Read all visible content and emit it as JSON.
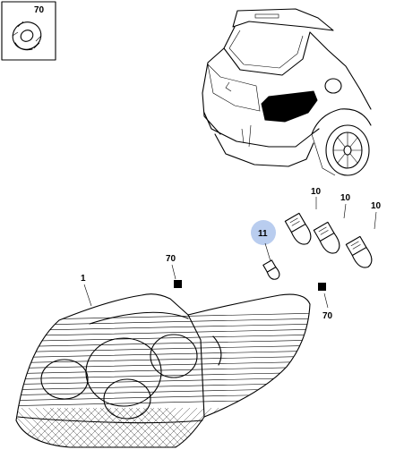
{
  "diagram": {
    "callouts": {
      "inset_grommet": "70",
      "bulb_a": "10",
      "bulb_b": "10",
      "bulb_c": "10",
      "small_bulb": "11",
      "lamp": "1",
      "fixing_left": "70",
      "fixing_right": "70"
    },
    "colors": {
      "line": "#000000",
      "highlight": "#b9cdef",
      "lens_fill": "#ffffff"
    }
  }
}
